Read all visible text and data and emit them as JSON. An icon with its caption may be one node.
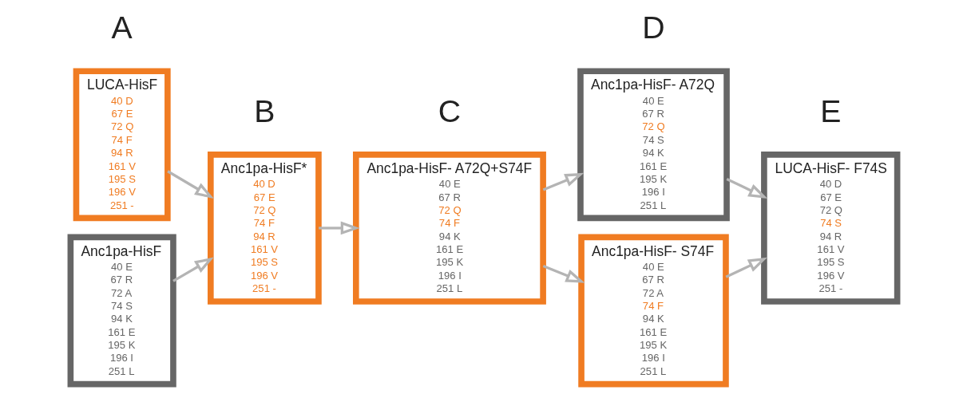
{
  "diagram": {
    "nodes": [
      {
        "text": [
          "LUCA-HisF",
          "40 D",
          "67 E",
          "72 Q",
          "74 F",
          "94 R",
          "161 V",
          "195 S",
          "196 V",
          "251 -"
        ]
      },
      {
        "text": [
          "Anc1pa-HisF",
          "40 E",
          "67 R",
          "72 A",
          "74 S",
          "94 K",
          "161 E",
          "195 K",
          "196 I",
          "251 L"
        ]
      },
      {
        "text": [
          "Anc1pa-HisF*",
          "40 D",
          "67 E",
          "72 Q",
          "74 F",
          "94 R",
          "161 V",
          "195 S",
          "196 V",
          "251 -"
        ]
      },
      {
        "text": [
          "Anc1pa-HisF- A72Q+S74F",
          "40 E",
          "67 R",
          "72 Q",
          "74 F",
          "94 K",
          "161 E",
          "195 K",
          "196 I",
          "251 L"
        ]
      },
      {
        "text": [
          "Anc1pa-HisF- A72Q",
          "40 E",
          "67 R",
          "72 Q",
          "74 S",
          "94 K",
          "161 E",
          "195 K",
          "196 I",
          "251 L"
        ]
      },
      {
        "text": [
          "Anc1pa-HisF- S74F",
          "40 E",
          "67 R",
          "72 A",
          "74 F",
          "94 K",
          "161 E",
          "195 K",
          "196 I",
          "251 L"
        ]
      },
      {
        "text": [
          "LUCA-HisF- F74S",
          "40 D",
          "67 E",
          "72 Q",
          "74 S",
          "94 R",
          "161 V",
          "195 S",
          "196 V",
          "251 -"
        ]
      }
    ],
    "edges": [
      {
        "from": 0,
        "to": 2,
        "arrow": "to"
      },
      {
        "from": 1,
        "to": 2,
        "arrow": "to"
      },
      {
        "from": 2,
        "to": 3,
        "arrow": "to"
      },
      {
        "from": 3,
        "to": 4,
        "arrow": "to"
      },
      {
        "from": 3,
        "to": 5,
        "arrow": "to"
      },
      {
        "from": 4,
        "to": 6,
        "arrow": "to"
      },
      {
        "from": 5,
        "to": 6,
        "arrow": "to"
      }
    ],
    "labels": [
      "A",
      "B",
      "C",
      "D",
      "E"
    ]
  }
}
